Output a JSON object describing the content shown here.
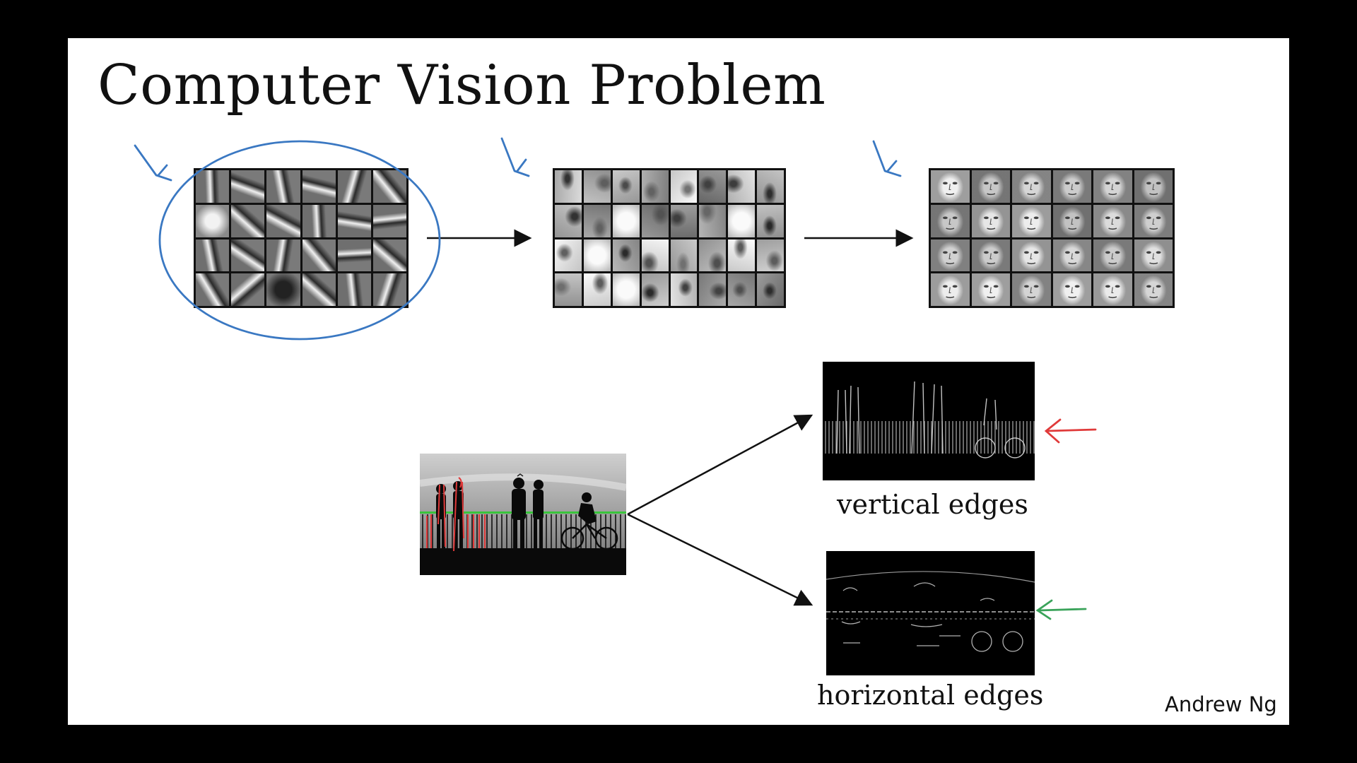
{
  "slide": {
    "title": "Computer Vision Problem",
    "author": "Andrew Ng"
  },
  "features": {
    "edge_filters": {
      "rows": 4,
      "cols": 6
    },
    "face_parts": {
      "rows": 4,
      "cols": 8
    },
    "faces": {
      "rows": 4,
      "cols": 6
    }
  },
  "edge_detection": {
    "vertical_label": "vertical edges",
    "horizontal_label": "horizontal edges"
  },
  "annotations": {
    "ink_blue": "#3a78c2",
    "ink_red": "#e03a3a",
    "ink_green": "#3aa35a"
  }
}
